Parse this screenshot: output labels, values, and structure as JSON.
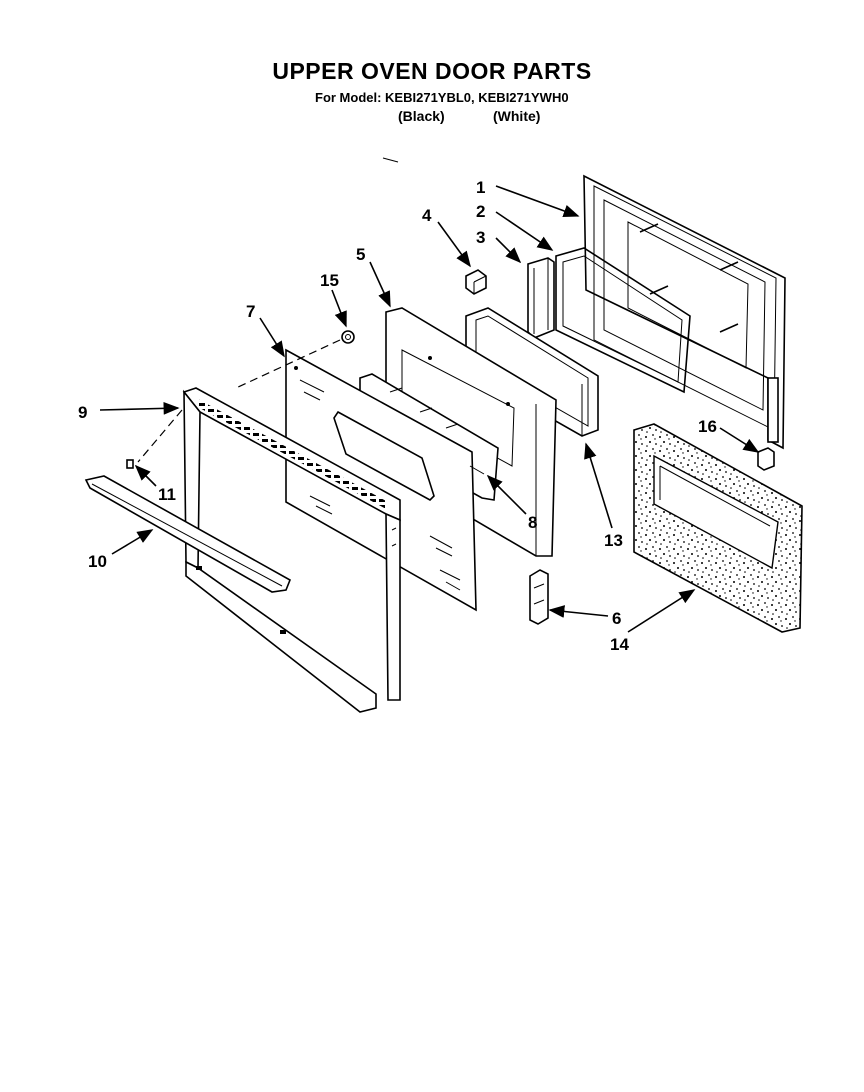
{
  "title": "UPPER OVEN DOOR PARTS",
  "subtitle": "For Model: KEBI271YBL0, KEBI271YWH0",
  "variants": {
    "black": "(Black)",
    "white": "(White)"
  },
  "callouts": {
    "p1": "1",
    "p2": "2",
    "p3": "3",
    "p4": "4",
    "p5": "5",
    "p6": "6",
    "p7": "7",
    "p8": "8",
    "p9": "9",
    "p10": "10",
    "p11": "11",
    "p13": "13",
    "p14": "14",
    "p15": "15",
    "p16": "16"
  }
}
